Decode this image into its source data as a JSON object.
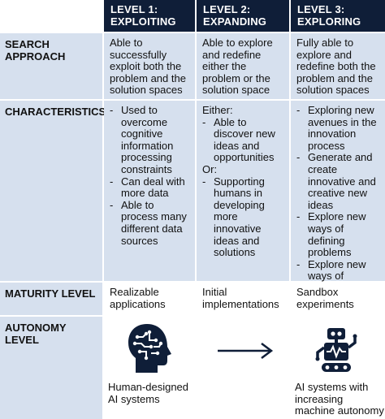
{
  "columns": [
    {
      "level": "LEVEL 1:",
      "name": "EXPLOITING"
    },
    {
      "level": "LEVEL 2:",
      "name": "EXPANDING"
    },
    {
      "level": "LEVEL 3:",
      "name": "EXPLORING"
    }
  ],
  "rows": {
    "search": {
      "label": [
        "SEARCH",
        "APPROACH"
      ],
      "cells": [
        "Able to successfully exploit both the problem and the solution spaces",
        "Able to explore and redefine either the problem or the solution space",
        "Fully able to explore and redefine both the problem and the solution spaces"
      ]
    },
    "characteristics": {
      "label": "CHARACTERISTICS",
      "level1": [
        "Used to overcome cognitive information processing constraints",
        "Can deal with more data",
        "Able to process many different data sources"
      ],
      "level2": {
        "either": "Either:",
        "either_items": [
          "Able to discover new ideas and opportunities"
        ],
        "or": "Or:",
        "or_items": [
          "Supporting humans in developing more innovative ideas and solutions"
        ]
      },
      "level3": [
        "Exploring new avenues in the innovation process",
        "Generate and create innovative and creative new ideas",
        "Explore new ways of defining problems",
        "Explore new ways of addressing problems"
      ]
    },
    "maturity": {
      "label": "MATURITY LEVEL",
      "cells": [
        "Realizable applications",
        "Initial implementations",
        "Sandbox experiments"
      ]
    },
    "autonomy": {
      "label": "AUTONOMY LEVEL",
      "left_caption": "Human-designed AI systems",
      "right_caption": "AI systems with increasing machine autonomy",
      "icons": [
        "human-brain-circuit-icon",
        "arrow-right-icon",
        "robot-icon"
      ]
    }
  },
  "colors": {
    "header": "#0f1e38",
    "cell": "#d6e0ee",
    "border": "#ffffff",
    "icon": "#0f1e38"
  }
}
